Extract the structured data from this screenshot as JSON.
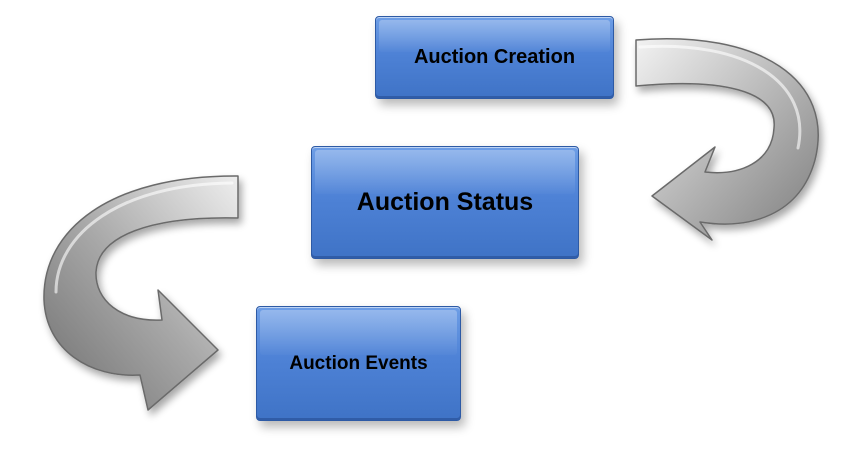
{
  "diagram": {
    "boxes": [
      {
        "id": "creation",
        "label": "Auction Creation"
      },
      {
        "id": "status",
        "label": "Auction Status"
      },
      {
        "id": "events",
        "label": "Auction Events"
      }
    ],
    "arrows": [
      {
        "from": "creation",
        "to": "status",
        "style": "curved-metallic"
      },
      {
        "from": "status",
        "to": "events",
        "style": "curved-metallic"
      }
    ],
    "colors": {
      "box_fill": "#4e82d6",
      "box_border": "#2d5aa5",
      "arrow_metal": "#b8b8b8",
      "background": "#ffffff",
      "text": "#000000"
    }
  }
}
